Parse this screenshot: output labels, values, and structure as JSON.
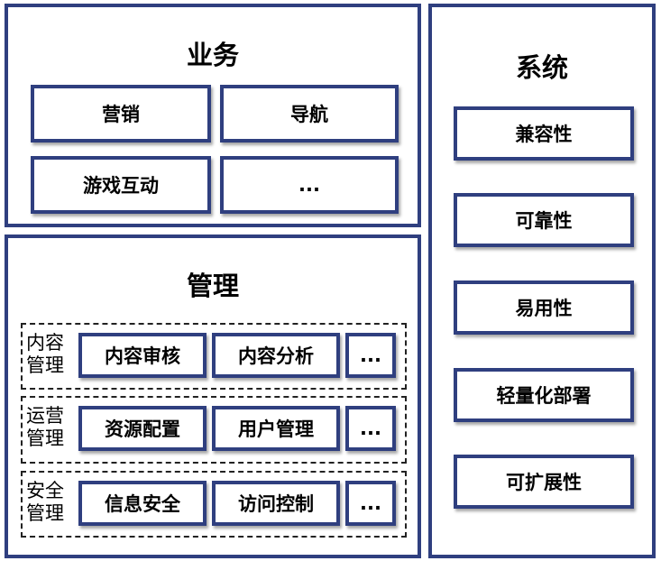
{
  "business": {
    "title": "业务",
    "items": [
      "营销",
      "导航",
      "游戏互动",
      "..."
    ]
  },
  "management": {
    "title": "管理",
    "groups": [
      {
        "label": "内容管理",
        "items": [
          "内容审核",
          "内容分析",
          "..."
        ]
      },
      {
        "label": "运营管理",
        "items": [
          "资源配置",
          "用户管理",
          "..."
        ]
      },
      {
        "label": "安全管理",
        "items": [
          "信息安全",
          "访问控制",
          "..."
        ]
      }
    ]
  },
  "system": {
    "title": "系统",
    "items": [
      "兼容性",
      "可靠性",
      "易用性",
      "轻量化部署",
      "可扩展性"
    ]
  },
  "colors": {
    "border": "#2f3f7f"
  }
}
